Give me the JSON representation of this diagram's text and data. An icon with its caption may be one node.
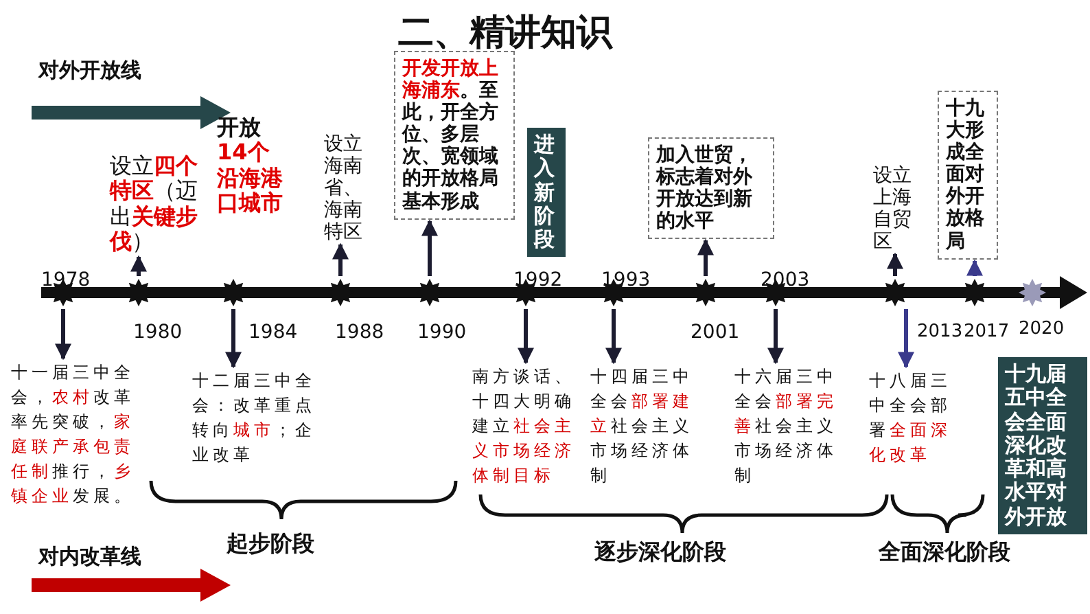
{
  "diagram": {
    "title": "二、精讲知识",
    "nodes": [
      {
        "text": [
          "设立**四个特区**（迈出**关键步伐**）"
        ]
      },
      {
        "text": [
          "开放**14个沿海港口城市**"
        ]
      },
      {
        "text": [
          "设立海南省、海南特区"
        ]
      },
      {
        "text": [
          "**开发开放上海浦东**。至此，开全方位、多层次、宽领域的开放格局基本形成"
        ]
      },
      {
        "text": [
          "进入新阶段"
        ]
      },
      {
        "text": [
          "加入世贸，标志着对外开放达到新的水平"
        ]
      },
      {
        "text": [
          "设立上海自贸区"
        ]
      },
      {
        "text": [
          "十九大形成全面对外开放格局"
        ]
      },
      {
        "text": [
          "十一届三中全会，**农村**改革率先突破，**家庭联产承包责任制**推行，**乡镇企业**发展。"
        ]
      },
      {
        "text": [
          "十二届三中全会：改革重点转向**城市**；企业改革"
        ]
      },
      {
        "text": [
          "南方谈话、十四大明确建立**社会主义市场经济体制目标**"
        ]
      },
      {
        "text": [
          "十四届三中全会**部署建立**社会主义市场经济体制"
        ]
      },
      {
        "text": [
          "十六届三中全会**部署完善**社会主义市场经济体制"
        ]
      },
      {
        "text": [
          "十八届三中全会部署**全面深化改革**"
        ]
      },
      {
        "text": [
          "十九届五中全会全面深化改革和高水平对外开放"
        ]
      },
      {
        "text": [],
        "shape": "bar"
      }
    ],
    "edges": [
      {
        "from": 15,
        "to": 0,
        "arrow": "to"
      },
      {
        "from": 15,
        "to": 2,
        "arrow": "to"
      },
      {
        "from": 15,
        "to": 3,
        "arrow": "to"
      },
      {
        "from": 15,
        "to": 5,
        "arrow": "to"
      },
      {
        "from": 15,
        "to": 6,
        "arrow": "to"
      },
      {
        "from": 15,
        "to": 7,
        "arrow": "to",
        "color": "#3a3a8c"
      },
      {
        "from": 15,
        "to": 8,
        "arrow": "to"
      },
      {
        "from": 15,
        "to": 9,
        "arrow": "to"
      },
      {
        "from": 15,
        "to": 10,
        "arrow": "to"
      },
      {
        "from": 15,
        "to": 11,
        "arrow": "to"
      },
      {
        "from": 15,
        "to": 12,
        "arrow": "to"
      },
      {
        "from": 15,
        "to": 13,
        "arrow": "to",
        "color": "#3a3a8c"
      }
    ],
    "labels": [
      "对外开放线",
      "1978",
      "1980",
      "1984",
      "1988",
      "1990",
      "1992",
      "1993",
      "2001",
      "2003",
      "2013",
      "2017",
      "2020",
      "对内改革线",
      "起步阶段",
      "逐步深化阶段",
      "全面深化阶段"
    ]
  }
}
